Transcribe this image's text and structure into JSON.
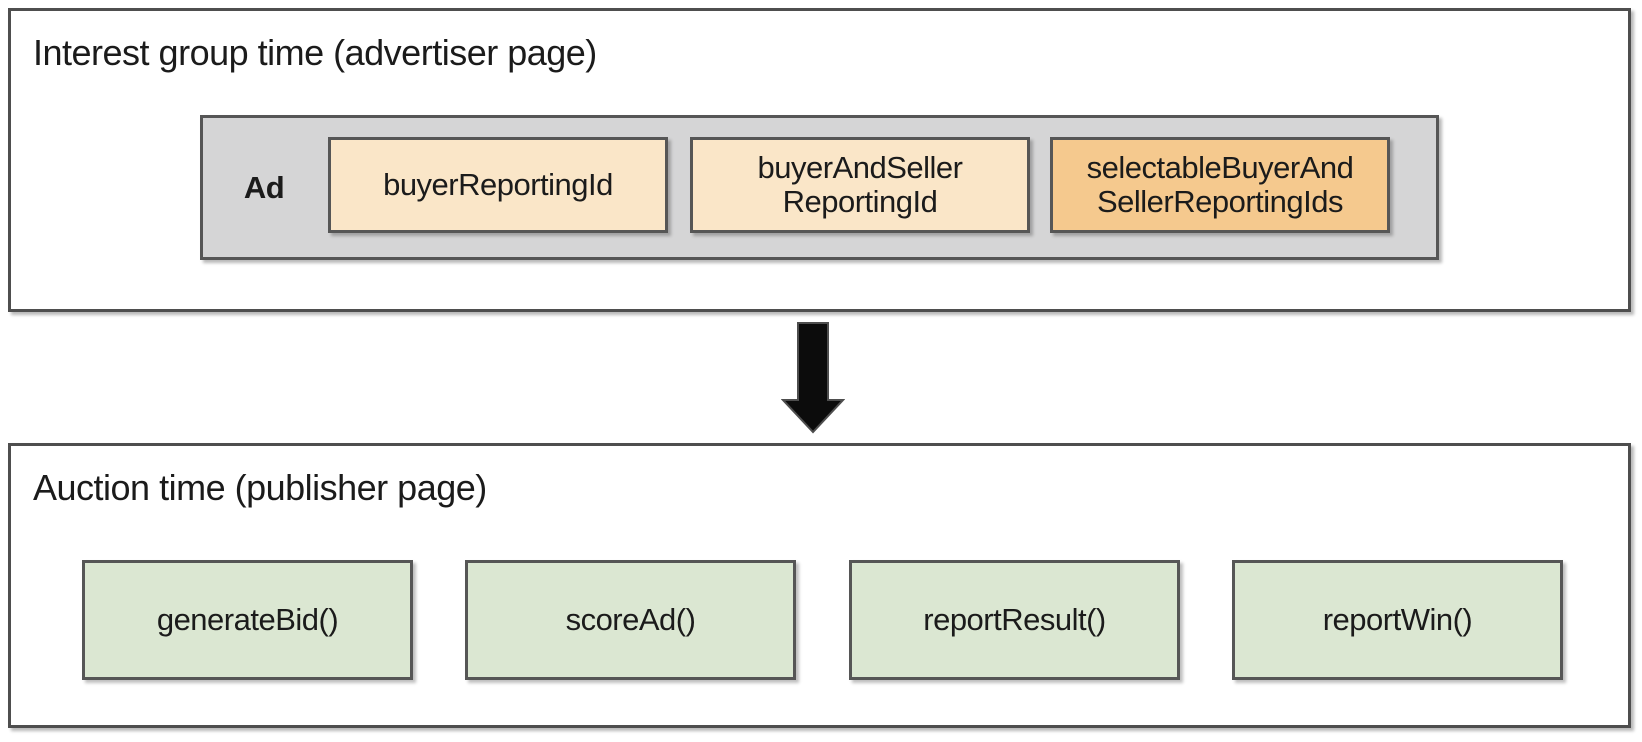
{
  "sections": {
    "interest_group": {
      "title": "Interest group time (advertiser page)",
      "ad_label": "Ad",
      "reporting_ids": [
        {
          "label": "buyerReportingId",
          "variant": "peach"
        },
        {
          "label": "buyerAndSeller\nReportingId",
          "variant": "peach"
        },
        {
          "label": "selectableBuyerAnd\nSellerReportingIds",
          "variant": "orange"
        }
      ]
    },
    "auction": {
      "title": "Auction time (publisher page)",
      "functions": [
        "generateBid()",
        "scoreAd()",
        "reportResult()",
        "reportWin()"
      ]
    }
  },
  "arrow": "down-arrow",
  "colors": {
    "peach": "#FAE6C8",
    "orange": "#F5C98E",
    "green": "#DBE7D2",
    "container_gray": "#D5D5D6",
    "border_dark": "#565656",
    "text": "#1B1B1B"
  }
}
